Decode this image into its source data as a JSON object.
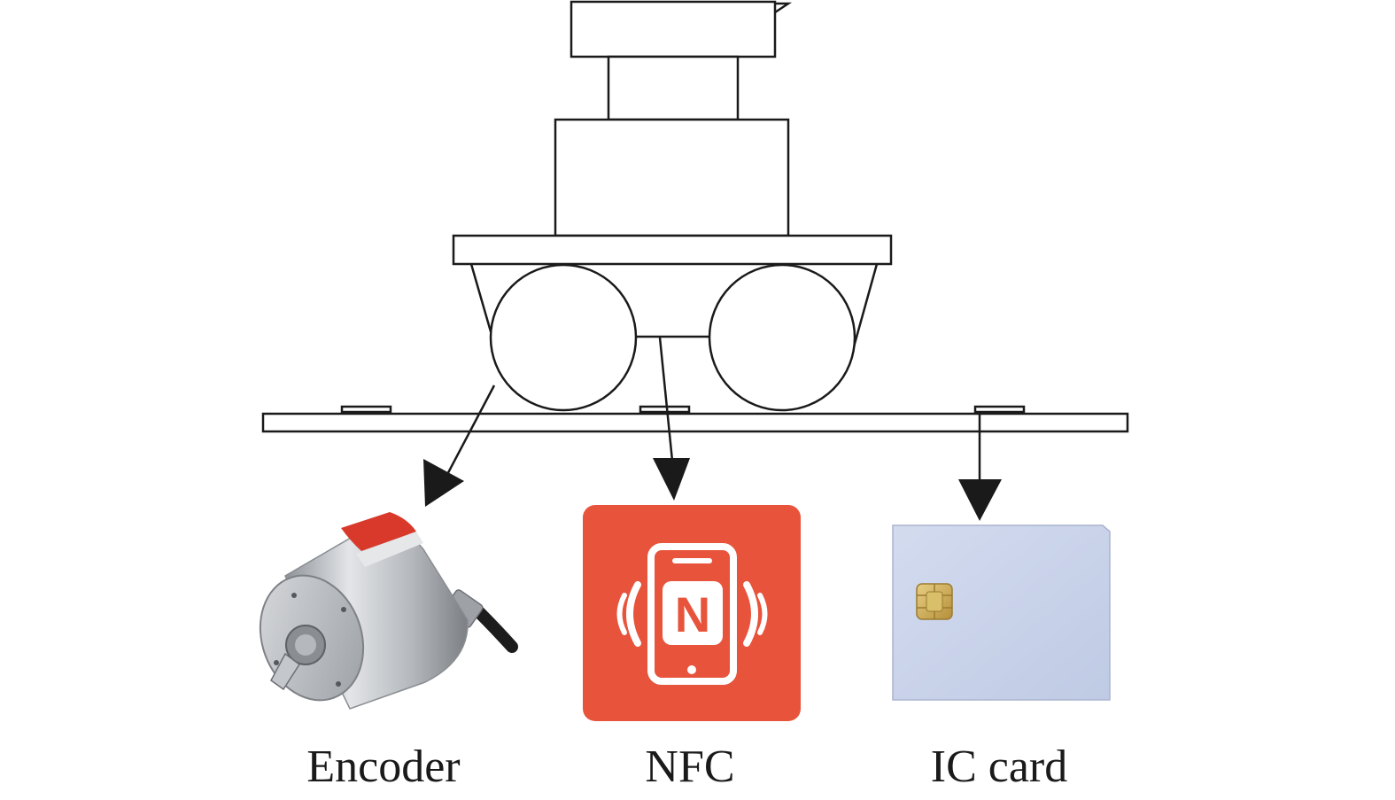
{
  "labels": {
    "encoder": "Encoder",
    "nfc": "NFC",
    "ic_card": "IC card"
  },
  "nfc_icon_letter": "N",
  "colors": {
    "line": "#1a1a1a",
    "nfc_background": "#e8533b",
    "ic_card_body": "#c9d3ea",
    "ic_chip": "#d4b15a",
    "encoder_body": "#b9bcc0",
    "encoder_band": "#d8392b"
  },
  "icons": [
    "rotary-encoder-photo",
    "nfc-phone-icon",
    "ic-smart-card-photo"
  ]
}
